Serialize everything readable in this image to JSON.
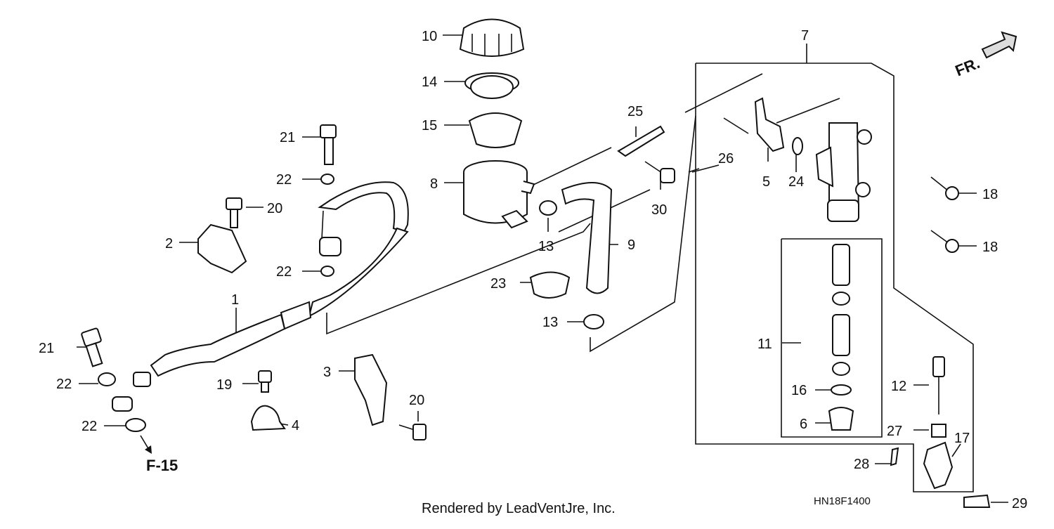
{
  "callouts": {
    "c1": "1",
    "c2": "2",
    "c3": "3",
    "c4": "4",
    "c5": "5",
    "c6": "6",
    "c7": "7",
    "c8": "8",
    "c9": "9",
    "c10": "10",
    "c11": "11",
    "c12": "12",
    "c13a": "13",
    "c13b": "13",
    "c14": "14",
    "c15": "15",
    "c16": "16",
    "c17": "17",
    "c18a": "18",
    "c18b": "18",
    "c19": "19",
    "c20a": "20",
    "c20b": "20",
    "c21a": "21",
    "c21b": "21",
    "c22a": "22",
    "c22b": "22",
    "c22c": "22",
    "c22d": "22",
    "c23": "23",
    "c24": "24",
    "c25": "25",
    "c26": "26",
    "c27": "27",
    "c28": "28",
    "c29": "29",
    "c30": "30"
  },
  "direction_label": "FR.",
  "reference_label": "F-15",
  "diagram_code": "HN18F1400",
  "credit": "Rendered by LeadVentJre, Inc."
}
